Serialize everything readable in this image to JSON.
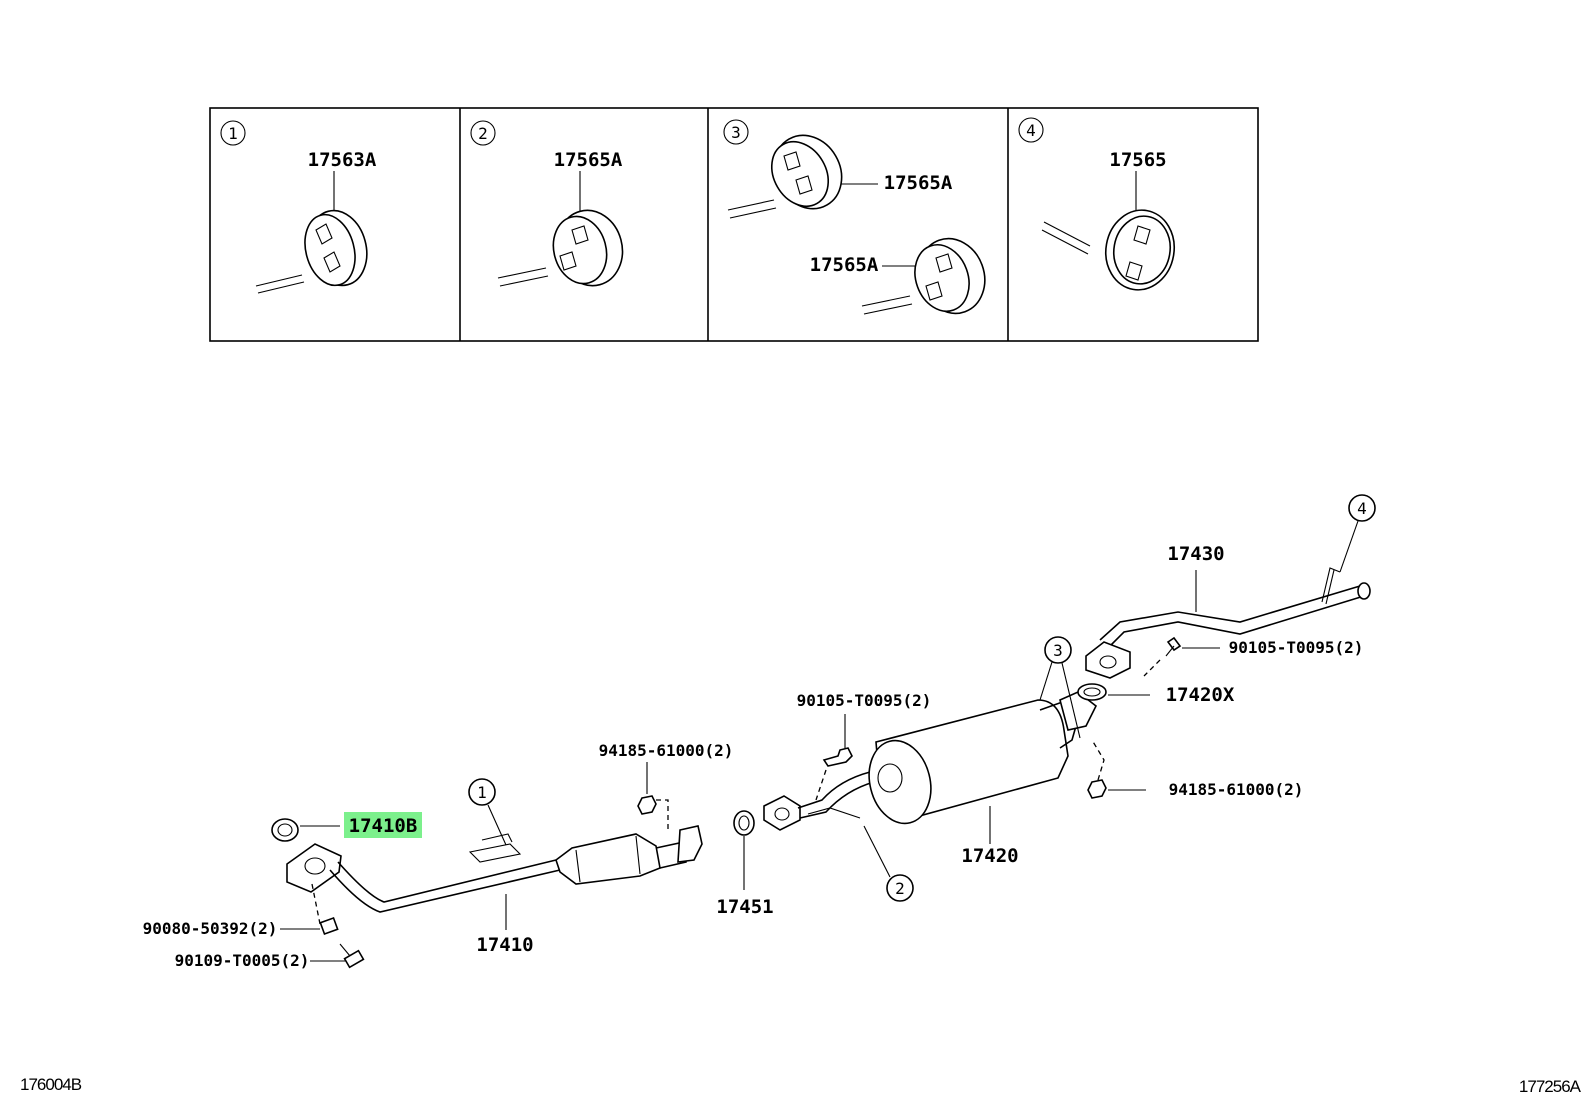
{
  "insets": [
    {
      "number": "1",
      "parts": [
        "17563A"
      ]
    },
    {
      "number": "2",
      "parts": [
        "17565A"
      ]
    },
    {
      "number": "3",
      "parts": [
        "17565A",
        "17565A"
      ]
    },
    {
      "number": "4",
      "parts": [
        "17565"
      ]
    }
  ],
  "callouts": {
    "c1": "1",
    "c2": "2",
    "c3": "3",
    "c4": "4"
  },
  "parts": {
    "gasket_front": "17410B",
    "front_pipe": "17410",
    "bolt_front_1": "90080-50392(2)",
    "bolt_front_2": "90109-T0005(2)",
    "nut_front": "94185-61000(2)",
    "gasket_ring": "17451",
    "bolt_center": "90105-T0095(2)",
    "center_muffler": "17420",
    "tail_pipe": "17430",
    "bolt_tail": "90105-T0095(2)",
    "gasket_tail": "17420X",
    "nut_tail": "94185-61000(2)"
  },
  "highlight_color": "#7cf08c",
  "footer": {
    "left_code": "176004B",
    "right_code": "177256A"
  }
}
